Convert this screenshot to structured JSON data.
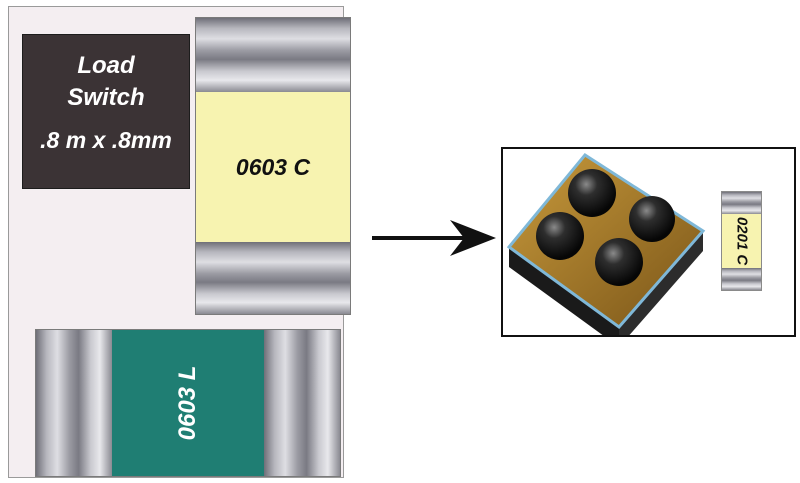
{
  "load_switch": {
    "line1": "Load",
    "line2": "Switch",
    "line3": ".8 m x .8mm",
    "color": "#3b3335"
  },
  "capacitor_0603": {
    "label": "0603 C",
    "color": "#f7f3b0"
  },
  "inductor_0603": {
    "label": "0603 L",
    "color": "#1f7e73"
  },
  "capacitor_0201": {
    "label": "0201 C"
  },
  "icons": {
    "arrow": "right-arrow-icon",
    "package": "wlcsp-chip-icon"
  }
}
